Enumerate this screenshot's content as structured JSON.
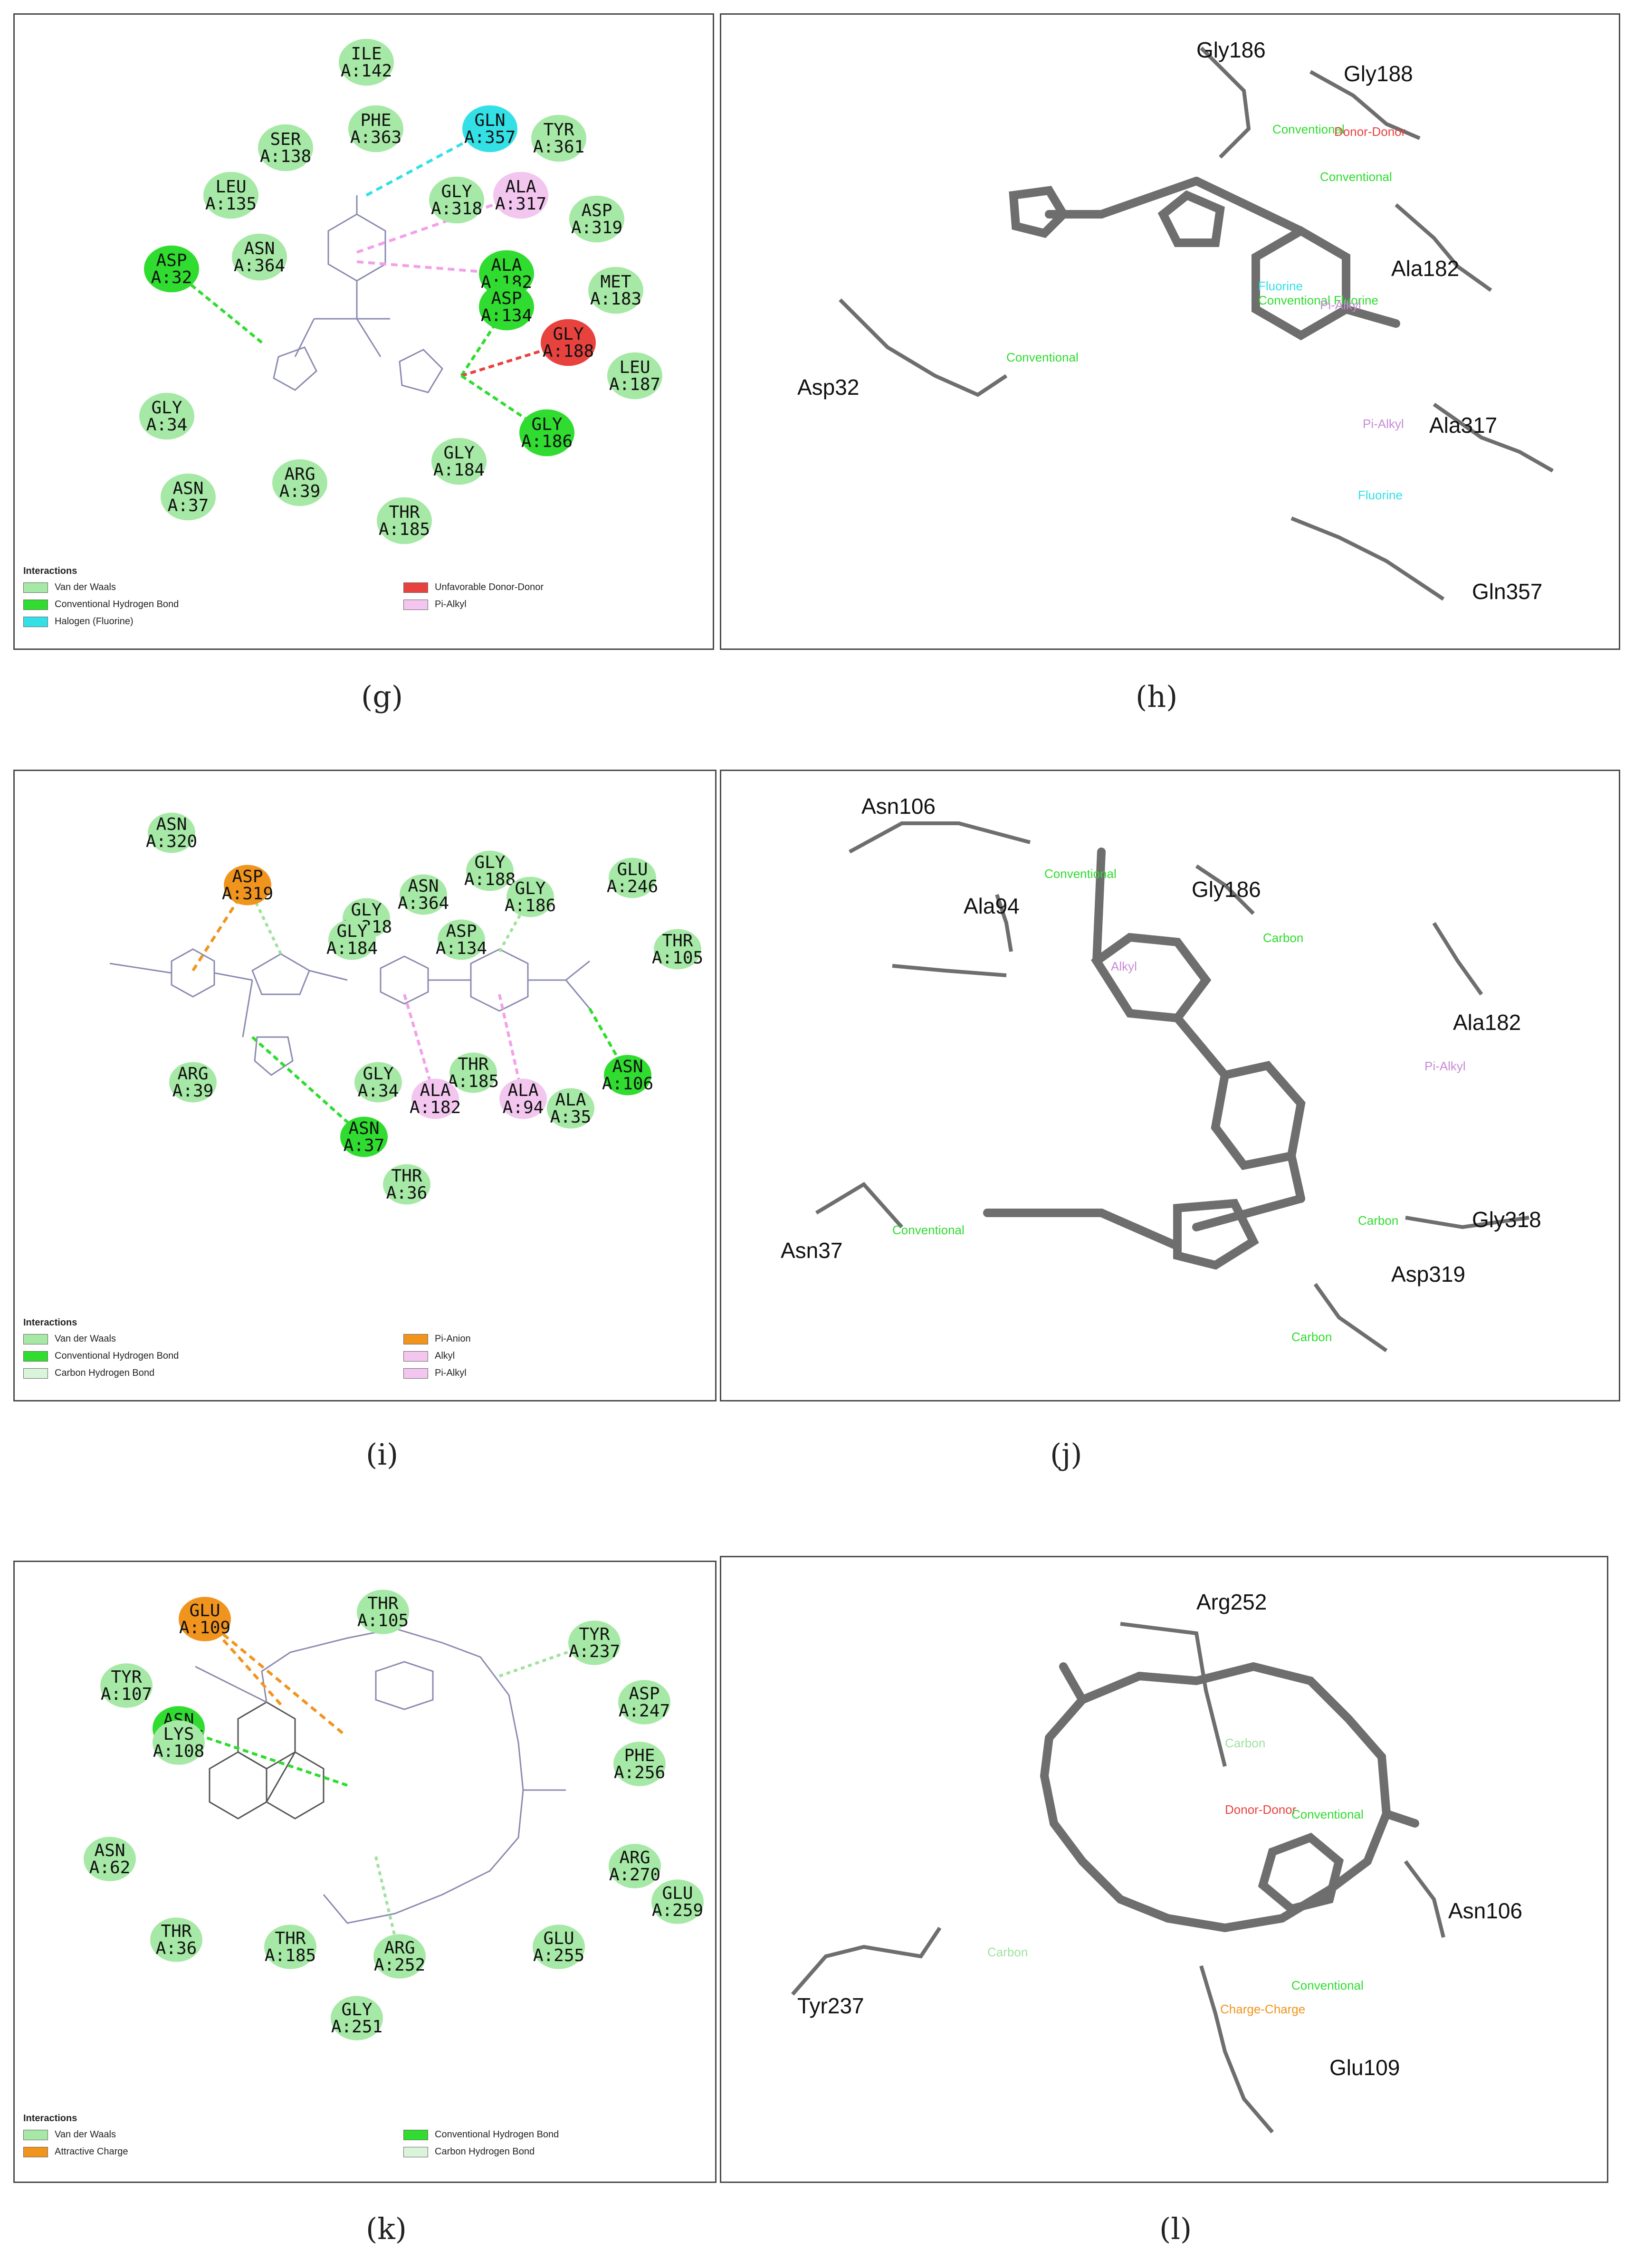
{
  "captions": {
    "g": "(g)",
    "h": "(h)",
    "i": "(i)",
    "j": "(j)",
    "k": "(k)",
    "l": "(l)"
  },
  "colors": {
    "vdw": "#a6e8a6",
    "conventional_hbond": "#2fdc2f",
    "halogen": "#33e0e6",
    "unfavorable": "#e8423f",
    "pi_alkyl": "#f2c6ee",
    "pi_anion": "#f0941e",
    "carbon_hbond": "#d9f4d9",
    "alkyl": "#f2c6ee",
    "attractive_charge": "#f0941e"
  },
  "panel_g": {
    "legend_title": "Interactions",
    "legend": [
      {
        "label": "Van der Waals",
        "color": "#a6e8a6"
      },
      {
        "label": "Conventional Hydrogen Bond",
        "color": "#2fdc2f"
      },
      {
        "label": "Halogen (Fluorine)",
        "color": "#33e0e6"
      },
      {
        "label": "Unfavorable Donor-Donor",
        "color": "#e8423f"
      },
      {
        "label": "Pi-Alkyl",
        "color": "#f2c6ee"
      }
    ],
    "residues": [
      {
        "l1": "ILE",
        "l2": "A:142",
        "type": "vdw"
      },
      {
        "l1": "PHE",
        "l2": "A:363",
        "type": "vdw"
      },
      {
        "l1": "GLN",
        "l2": "A:357",
        "type": "halogen"
      },
      {
        "l1": "TYR",
        "l2": "A:361",
        "type": "vdw"
      },
      {
        "l1": "SER",
        "l2": "A:138",
        "type": "vdw"
      },
      {
        "l1": "LEU",
        "l2": "A:135",
        "type": "vdw"
      },
      {
        "l1": "GLY",
        "l2": "A:318",
        "type": "vdw"
      },
      {
        "l1": "ALA",
        "l2": "A:317",
        "type": "pi_alkyl"
      },
      {
        "l1": "ASP",
        "l2": "A:319",
        "type": "vdw"
      },
      {
        "l1": "ASP",
        "l2": "A:32",
        "type": "conventional_hbond"
      },
      {
        "l1": "ASN",
        "l2": "A:364",
        "type": "vdw"
      },
      {
        "l1": "ALA",
        "l2": "A:182",
        "type": "conventional_hbond"
      },
      {
        "l1": "ASP",
        "l2": "A:134",
        "type": "conventional_hbond"
      },
      {
        "l1": "MET",
        "l2": "A:183",
        "type": "vdw"
      },
      {
        "l1": "GLY",
        "l2": "A:188",
        "type": "unfavorable"
      },
      {
        "l1": "LEU",
        "l2": "A:187",
        "type": "vdw"
      },
      {
        "l1": "GLY",
        "l2": "A:34",
        "type": "vdw"
      },
      {
        "l1": "GLY",
        "l2": "A:186",
        "type": "conventional_hbond"
      },
      {
        "l1": "GLY",
        "l2": "A:184",
        "type": "vdw"
      },
      {
        "l1": "ARG",
        "l2": "A:39",
        "type": "vdw"
      },
      {
        "l1": "ASN",
        "l2": "A:37",
        "type": "vdw"
      },
      {
        "l1": "THR",
        "l2": "A:185",
        "type": "vdw"
      }
    ]
  },
  "panel_h": {
    "residue_labels": [
      "Gly186",
      "Gly188",
      "Ala182",
      "Asp32",
      "Ala317",
      "Gln357"
    ],
    "interaction_labels": [
      "Conventional",
      "Donor-Donor",
      "Conventional",
      "Fluorine",
      "Conventional Fluorine",
      "Pi-Alkyl",
      "Conventional",
      "Pi-Alkyl",
      "Fluorine"
    ]
  },
  "panel_i": {
    "legend_title": "Interactions",
    "legend": [
      {
        "label": "Van der Waals",
        "color": "#a6e8a6"
      },
      {
        "label": "Conventional Hydrogen Bond",
        "color": "#2fdc2f"
      },
      {
        "label": "Carbon Hydrogen Bond",
        "color": "#d9f4d9"
      },
      {
        "label": "Pi-Anion",
        "color": "#f0941e"
      },
      {
        "label": "Alkyl",
        "color": "#f2c6ee"
      },
      {
        "label": "Pi-Alkyl",
        "color": "#f2c6ee"
      }
    ],
    "residues": [
      {
        "l1": "ASN",
        "l2": "A:320",
        "type": "vdw"
      },
      {
        "l1": "ASP",
        "l2": "A:319",
        "type": "pi_anion"
      },
      {
        "l1": "GLY",
        "l2": "A:318",
        "type": "vdw"
      },
      {
        "l1": "ASN",
        "l2": "A:364",
        "type": "vdw"
      },
      {
        "l1": "GLY",
        "l2": "A:188",
        "type": "vdw"
      },
      {
        "l1": "GLY",
        "l2": "A:186",
        "type": "vdw"
      },
      {
        "l1": "GLU",
        "l2": "A:246",
        "type": "vdw"
      },
      {
        "l1": "GLY",
        "l2": "A:184",
        "type": "vdw"
      },
      {
        "l1": "ASP",
        "l2": "A:134",
        "type": "vdw"
      },
      {
        "l1": "THR",
        "l2": "A:105",
        "type": "vdw"
      },
      {
        "l1": "ARG",
        "l2": "A:39",
        "type": "vdw"
      },
      {
        "l1": "GLY",
        "l2": "A:34",
        "type": "vdw"
      },
      {
        "l1": "THR",
        "l2": "A:185",
        "type": "vdw"
      },
      {
        "l1": "ASN",
        "l2": "A:106",
        "type": "conventional_hbond"
      },
      {
        "l1": "ALA",
        "l2": "A:182",
        "type": "pi_alkyl"
      },
      {
        "l1": "ALA",
        "l2": "A:94",
        "type": "alkyl"
      },
      {
        "l1": "ALA",
        "l2": "A:35",
        "type": "vdw"
      },
      {
        "l1": "ASN",
        "l2": "A:37",
        "type": "conventional_hbond"
      },
      {
        "l1": "THR",
        "l2": "A:36",
        "type": "vdw"
      }
    ]
  },
  "panel_j": {
    "residue_labels": [
      "Asn106",
      "Ala94",
      "Gly186",
      "Ala182",
      "Asn37",
      "Gly318",
      "Asp319"
    ],
    "interaction_labels": [
      "Conventional",
      "Alkyl",
      "Carbon",
      "Pi-Alkyl",
      "Conventional",
      "Carbon",
      "Carbon"
    ]
  },
  "panel_k": {
    "legend_title": "Interactions",
    "legend": [
      {
        "label": "Van der Waals",
        "color": "#a6e8a6"
      },
      {
        "label": "Attractive Charge",
        "color": "#f0941e"
      },
      {
        "label": "Conventional Hydrogen Bond",
        "color": "#2fdc2f"
      },
      {
        "label": "Carbon Hydrogen Bond",
        "color": "#d9f4d9"
      }
    ],
    "residues": [
      {
        "l1": "GLU",
        "l2": "A:109",
        "type": "attractive_charge"
      },
      {
        "l1": "THR",
        "l2": "A:105",
        "type": "vdw"
      },
      {
        "l1": "TYR",
        "l2": "A:237",
        "type": "vdw"
      },
      {
        "l1": "TYR",
        "l2": "A:107",
        "type": "vdw"
      },
      {
        "l1": "ASP",
        "l2": "A:247",
        "type": "vdw"
      },
      {
        "l1": "ASN",
        "l2": "A:106",
        "type": "conventional_hbond"
      },
      {
        "l1": "LYS",
        "l2": "A:108",
        "type": "vdw"
      },
      {
        "l1": "PHE",
        "l2": "A:256",
        "type": "vdw"
      },
      {
        "l1": "ASN",
        "l2": "A:62",
        "type": "vdw"
      },
      {
        "l1": "ARG",
        "l2": "A:270",
        "type": "vdw"
      },
      {
        "l1": "GLU",
        "l2": "A:259",
        "type": "vdw"
      },
      {
        "l1": "THR",
        "l2": "A:36",
        "type": "vdw"
      },
      {
        "l1": "THR",
        "l2": "A:185",
        "type": "vdw"
      },
      {
        "l1": "ARG",
        "l2": "A:252",
        "type": "vdw"
      },
      {
        "l1": "GLU",
        "l2": "A:255",
        "type": "vdw"
      },
      {
        "l1": "GLY",
        "l2": "A:251",
        "type": "vdw"
      }
    ]
  },
  "panel_l": {
    "residue_labels": [
      "Arg252",
      "Tyr237",
      "Asn106",
      "Glu109"
    ],
    "interaction_labels": [
      "Carbon",
      "Donor-Donor",
      "Conventional",
      "Carbon",
      "Conventional",
      "Charge-Charge"
    ]
  }
}
